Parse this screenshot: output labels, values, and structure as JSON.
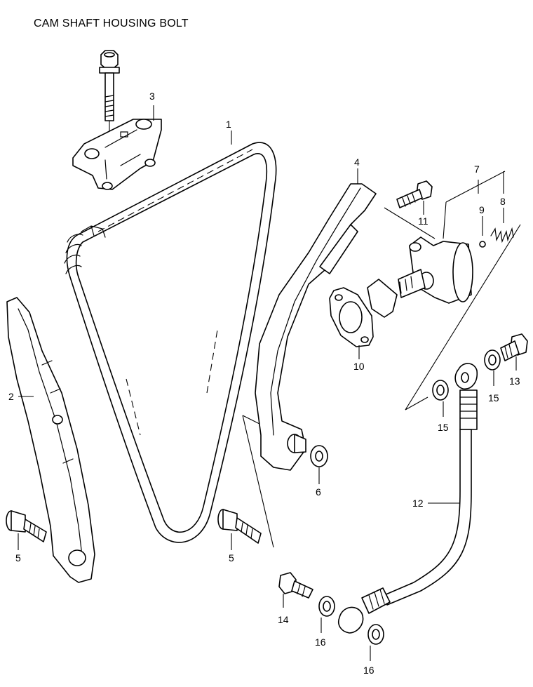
{
  "caption": "CAM SHAFT HOUSING BOLT",
  "callouts": {
    "chain": "1",
    "guide_left": "2",
    "housing": "3",
    "tensioner_arm": "4",
    "bolt_5_left": "5",
    "bolt_5_right": "5",
    "washer_6": "6",
    "adjuster_assy": "7",
    "spring_8": "8",
    "ball_9": "9",
    "gasket_10": "10",
    "bolt_11": "11",
    "oil_hose": "12",
    "union_bolt_13": "13",
    "union_bolt_14": "14",
    "washer_15_left": "15",
    "washer_15_right": "15",
    "washer_16_mid": "16",
    "washer_16_right": "16"
  },
  "colors": {
    "line": "#000000",
    "background": "#ffffff"
  }
}
